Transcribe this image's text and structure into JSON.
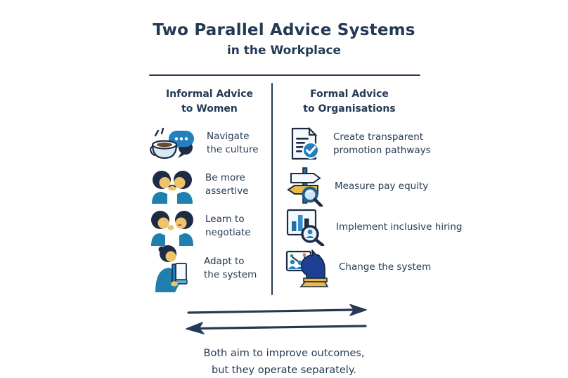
{
  "title": "Two Parallel Advice Systems",
  "subtitle": "in the Workplace",
  "columns": {
    "left": {
      "header": "Informal Advice\nto Women",
      "items": [
        {
          "icon": "coffee-chat-icon",
          "label": "Navigate\nthe culture"
        },
        {
          "icon": "whisper-icon",
          "label": "Be more\nassertive"
        },
        {
          "icon": "conversation-icon",
          "label": "Learn to\nnegotiate"
        },
        {
          "icon": "woman-reading-icon",
          "label": "Adapt to\nthe system"
        }
      ]
    },
    "right": {
      "header": "Formal Advice\nto Organisations",
      "items": [
        {
          "icon": "document-check-icon",
          "label": "Create transparent\npromotion pathways"
        },
        {
          "icon": "signpost-magnifier-icon",
          "label": "Measure pay equity"
        },
        {
          "icon": "chart-magnifier-icon",
          "label": "Implement inclusive hiring"
        },
        {
          "icon": "chess-knight-icon",
          "label": "Change the system"
        }
      ]
    }
  },
  "caption": "Both aim to improve outcomes,\nbut they operate separately.",
  "colors": {
    "navy": "#243a54",
    "ink": "#1d2b45",
    "accent_blue": "#2380bf",
    "light_blue": "#d9e8f5",
    "gold": "#e9b949",
    "teal": "#1f7fae",
    "skin": "#eec36a",
    "knight_blue": "#1e4094"
  }
}
